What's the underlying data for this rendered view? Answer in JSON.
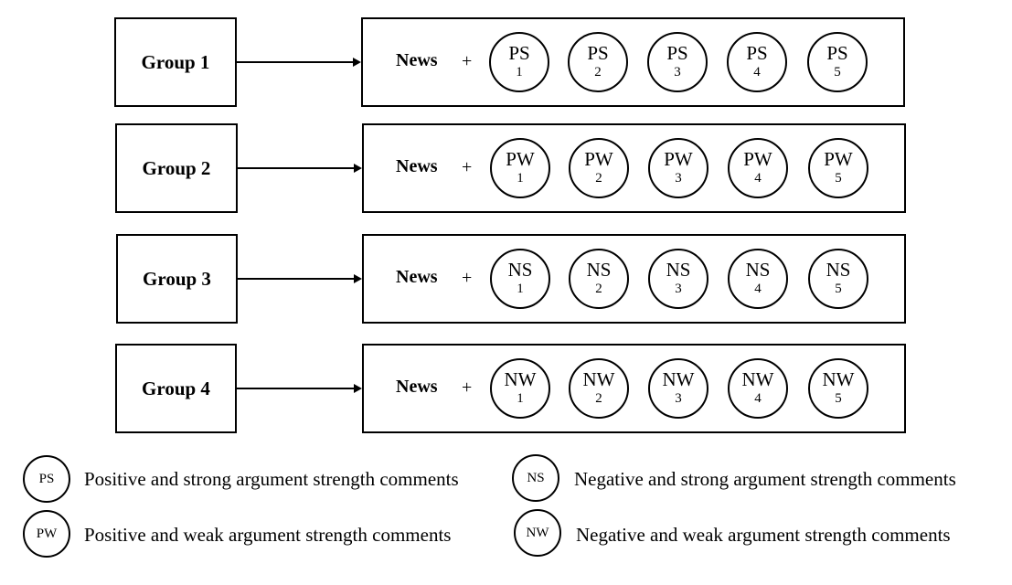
{
  "groups": [
    {
      "label": "Group 1",
      "news": "News",
      "plus": "+",
      "abbr": "PS",
      "nums": [
        "1",
        "2",
        "3",
        "4",
        "5"
      ]
    },
    {
      "label": "Group 2",
      "news": "News",
      "plus": "+",
      "abbr": "PW",
      "nums": [
        "1",
        "2",
        "3",
        "4",
        "5"
      ]
    },
    {
      "label": "Group 3",
      "news": "News",
      "plus": "+",
      "abbr": "NS",
      "nums": [
        "1",
        "2",
        "3",
        "4",
        "5"
      ]
    },
    {
      "label": "Group 4",
      "news": "News",
      "plus": "+",
      "abbr": "NW",
      "nums": [
        "1",
        "2",
        "3",
        "4",
        "5"
      ]
    }
  ],
  "legend": [
    {
      "abbr": "PS",
      "text": "Positive and strong argument strength comments"
    },
    {
      "abbr": "PW",
      "text": "Positive and weak argument strength comments"
    },
    {
      "abbr": "NS",
      "text": "Negative and strong argument strength comments"
    },
    {
      "abbr": "NW",
      "text": "Negative and weak argument strength comments"
    }
  ]
}
